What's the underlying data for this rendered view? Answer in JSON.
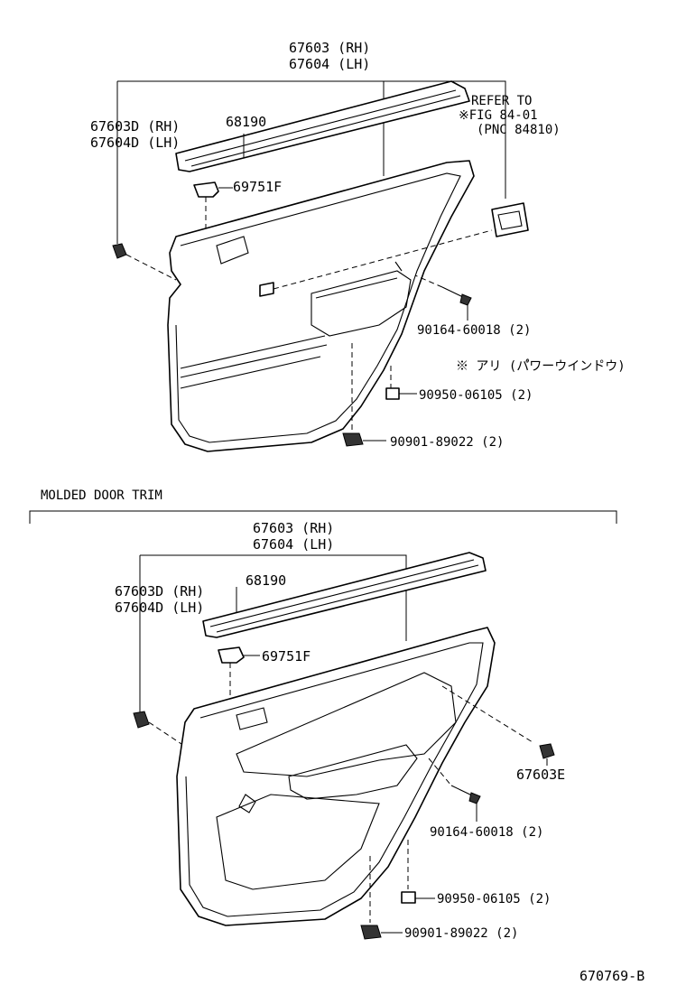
{
  "upper": {
    "board_rh": "67603 (RH)",
    "board_lh": "67604 (LH)",
    "board_sub_rh": "67603D (RH)",
    "board_sub_lh": "67604D (LH)",
    "weatherstrip": "68190",
    "clip": "69751F",
    "refer_line1": "REFER TO",
    "refer_line2": "※FIG 84-01",
    "refer_line3": "(PNC 84810)",
    "screw": "90164-60018 (2)",
    "note": "※ アリ (パ゚ワーウイント゚ウ)",
    "cushion": "90950-06105 (2)",
    "retainer": "90901-89022 (2)"
  },
  "section_title": "MOLDED DOOR TRIM",
  "lower": {
    "board_rh": "67603 (RH)",
    "board_lh": "67604 (LH)",
    "board_sub_rh": "67603D (RH)",
    "board_sub_lh": "67604D (LH)",
    "weatherstrip": "68190",
    "clip": "69751F",
    "clip_e": "67603E",
    "screw": "90164-60018 (2)",
    "cushion": "90950-06105 (2)",
    "retainer": "90901-89022 (2)"
  },
  "figure_id": "670769-B"
}
